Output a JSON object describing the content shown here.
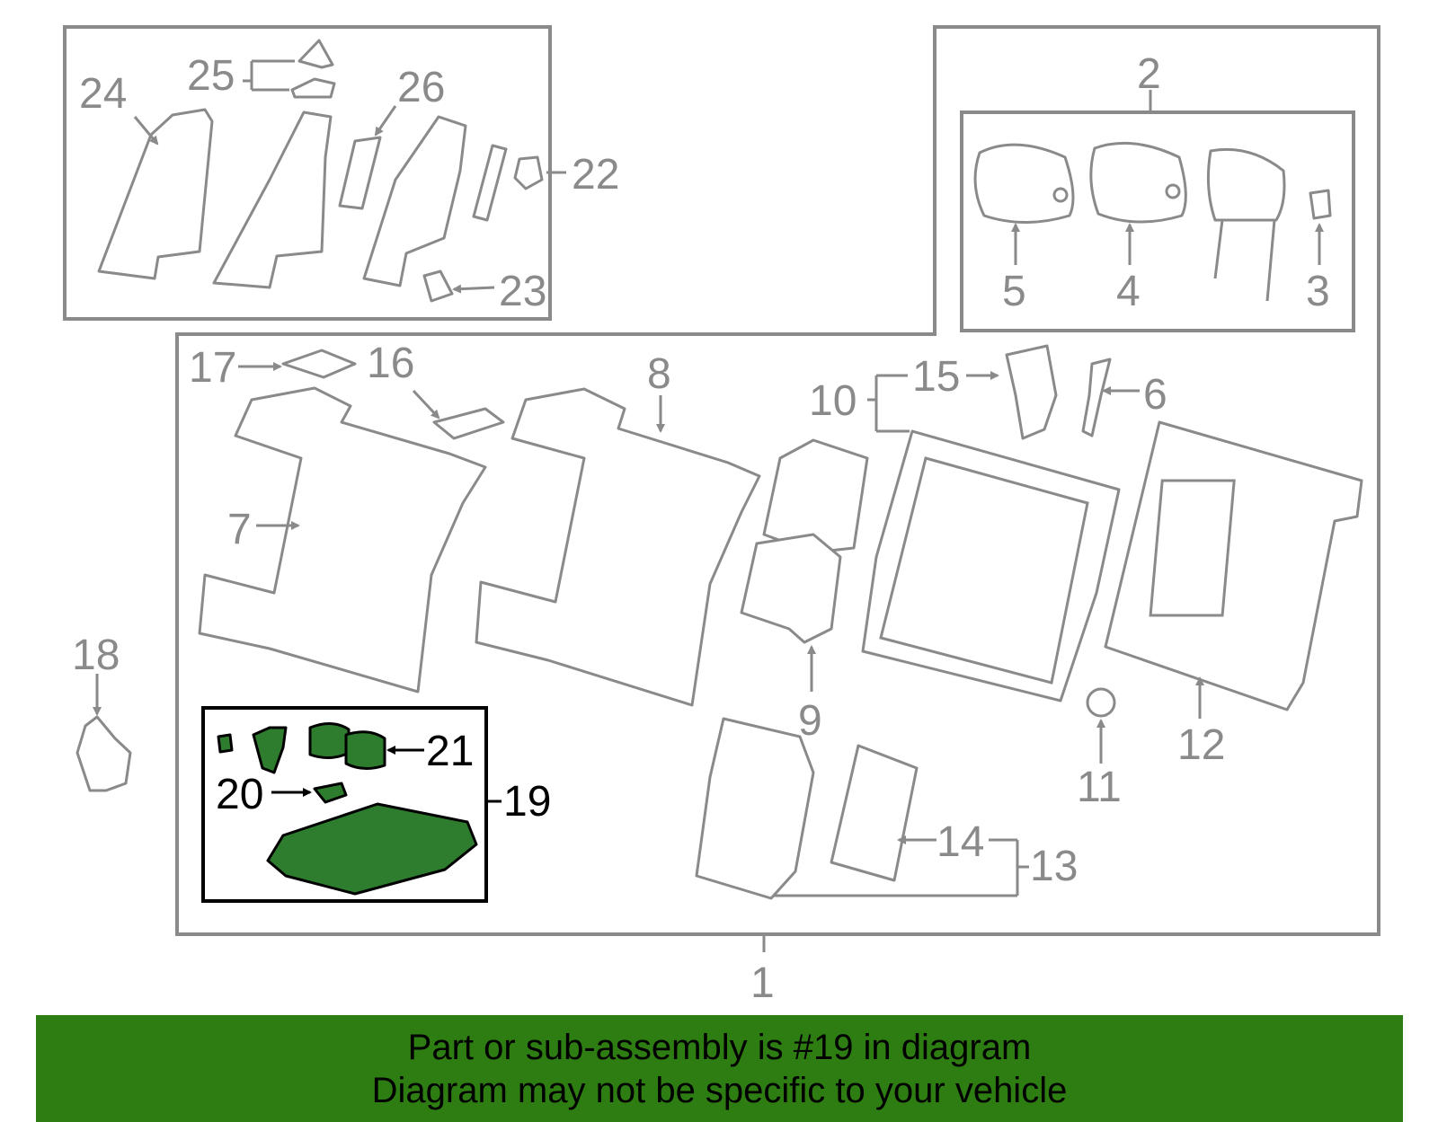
{
  "callouts": {
    "c1": "1",
    "c2": "2",
    "c3": "3",
    "c4": "4",
    "c5": "5",
    "c6": "6",
    "c7": "7",
    "c8": "8",
    "c9": "9",
    "c10": "10",
    "c11": "11",
    "c12": "12",
    "c13": "13",
    "c14": "14",
    "c15": "15",
    "c16": "16",
    "c17": "17",
    "c18": "18",
    "c19": "19",
    "c20": "20",
    "c21": "21",
    "c22": "22",
    "c23": "23",
    "c24": "24",
    "c25": "25",
    "c26": "26"
  },
  "highlight": {
    "part_number": "19",
    "fill_color": "#2e7d2e"
  },
  "colors": {
    "line_gray": "#8a8a8a",
    "banner_green": "#2e7d12"
  },
  "banner": {
    "line1": "Part or sub-assembly is #19 in diagram",
    "line2": "Diagram may not be specific to your vehicle"
  }
}
